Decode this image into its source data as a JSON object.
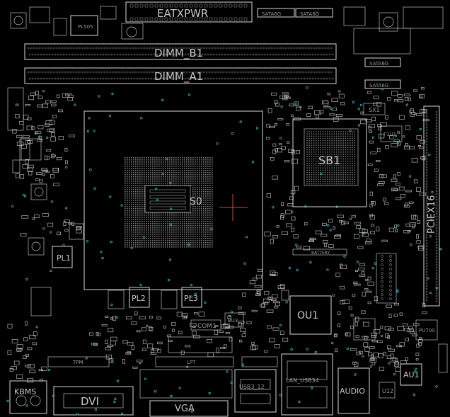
{
  "labels": {
    "eatxpwr": "EATXPWR",
    "dimm_b1": "DIMM_B1",
    "dimm_a1": "DIMM_A1",
    "cpu_socket": "S0",
    "sb1": "SB1",
    "pciex16": "PCIEX16",
    "ou1": "OU1",
    "au1": "AU1",
    "pl1": "PL1",
    "pl2": "PL2",
    "pl3": "PL3",
    "bu3": "BU3",
    "sx1": "SX1",
    "f1u1": "F1U1",
    "pl505": "PL505",
    "pu700": "PU700",
    "battery": "BATTERY",
    "sata_1": "SATA6G",
    "sata_2": "SATA6G",
    "sata_3": "SATA6G",
    "sata_4": "SATA6G",
    "kbms": "KBMS",
    "dvi": "DVI",
    "vga": "VGA",
    "usb34": "USB3_12",
    "lan_usb": "LAN_USB34",
    "audio": "AUDIO",
    "com1": "COM1",
    "lpt": "LPT",
    "tpm": "TPM",
    "u12": "U12"
  },
  "colors": {
    "background": "#000000",
    "outline": "#d9d9d9",
    "pad": "#3fa9b5",
    "marker": "#c04a4a"
  }
}
